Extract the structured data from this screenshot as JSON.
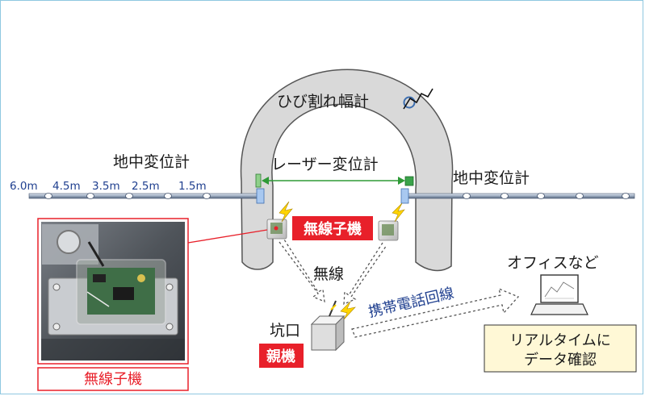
{
  "labels": {
    "crack_gauge": "ひび割れ幅計",
    "ground_meter_left": "地中変位計",
    "ground_meter_right": "地中変位計",
    "laser_meter": "レーザー変位計",
    "wireless_child": "無線子機",
    "wireless": "無線",
    "mobile_line": "携帯電話回線",
    "tunnel_entrance": "坑口",
    "parent_unit": "親機",
    "office": "オフィスなど",
    "realtime_line1": "リアルタイムに",
    "realtime_line2": "データ確認",
    "photo_caption": "無線子機"
  },
  "distances": [
    "6.0m",
    "4.5m",
    "3.5m",
    "2.5m",
    "1.5m"
  ],
  "colors": {
    "red": "#e8202a",
    "tunnel": "#d9d9d9",
    "laser_line": "#2e9a36",
    "dash_arrow": "#555555",
    "note_box": "#fff8d6"
  }
}
